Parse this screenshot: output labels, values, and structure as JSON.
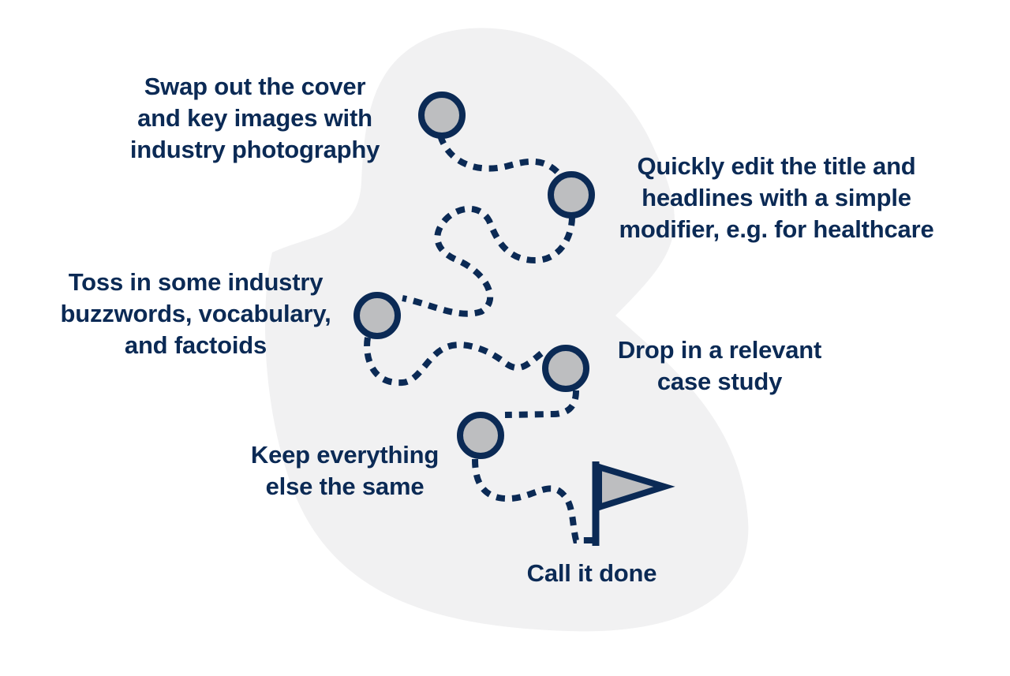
{
  "colors": {
    "background": "#ffffff",
    "blob": "#f1f1f2",
    "path": "#0b2a55",
    "marker_fill": "#bdbec0",
    "text": "#0b2a55"
  },
  "icons": {
    "waypoint": "location-marker-icon",
    "finish": "finish-flag-icon"
  },
  "steps": [
    {
      "lines": [
        "Swap out the cover",
        "and key images with",
        "industry photography"
      ]
    },
    {
      "lines": [
        "Quickly edit the title and",
        "headlines with a simple",
        "modifier, e.g. for healthcare"
      ]
    },
    {
      "lines": [
        "Toss in some industry",
        "buzzwords, vocabulary,",
        "and factoids"
      ]
    },
    {
      "lines": [
        "Drop in a relevant",
        "case study"
      ]
    },
    {
      "lines": [
        "Keep everything",
        "else the same"
      ]
    },
    {
      "lines": [
        "Call it done"
      ]
    }
  ]
}
